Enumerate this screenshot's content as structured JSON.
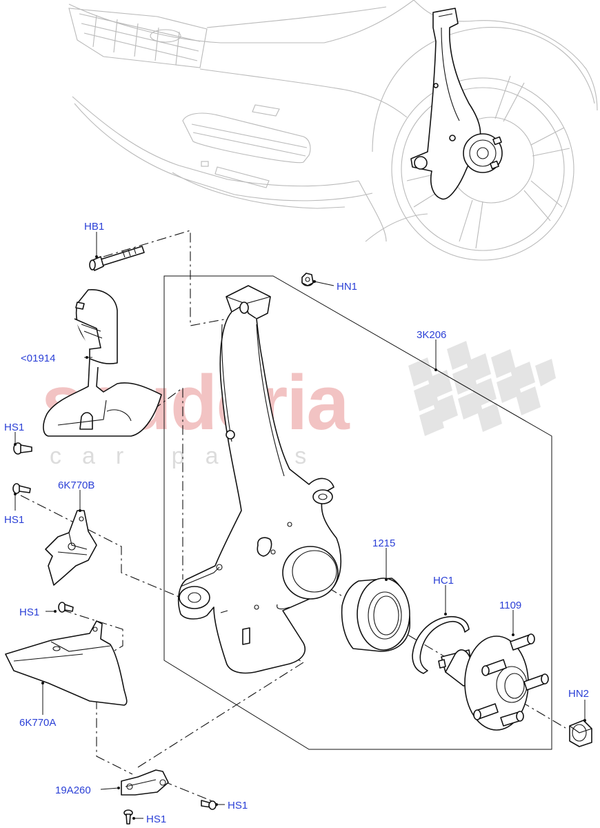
{
  "watermark": {
    "brand": "scuderia",
    "tagline": "car parts"
  },
  "colors": {
    "label": "#2a3fd6",
    "watermark_brand": "#f2c3c3",
    "watermark_tagline": "#dcdcdc",
    "line_art": "#111111",
    "ghost_vehicle": "#b9b9b9"
  },
  "callouts": {
    "hb1": "HB1",
    "hn1": "HN1",
    "k3206": "3K206",
    "clip_01914": "<01914",
    "hs1_top": "HS1",
    "k6770b": "6K770B",
    "hs1_mid": "HS1",
    "hs1_left": "HS1",
    "k6770a": "6K770A",
    "p1215": "1215",
    "hc1": "HC1",
    "p1109": "1109",
    "hn2": "HN2",
    "a19260": "19A260",
    "hs1_bottom_right": "HS1",
    "hs1_bottom": "HS1"
  }
}
